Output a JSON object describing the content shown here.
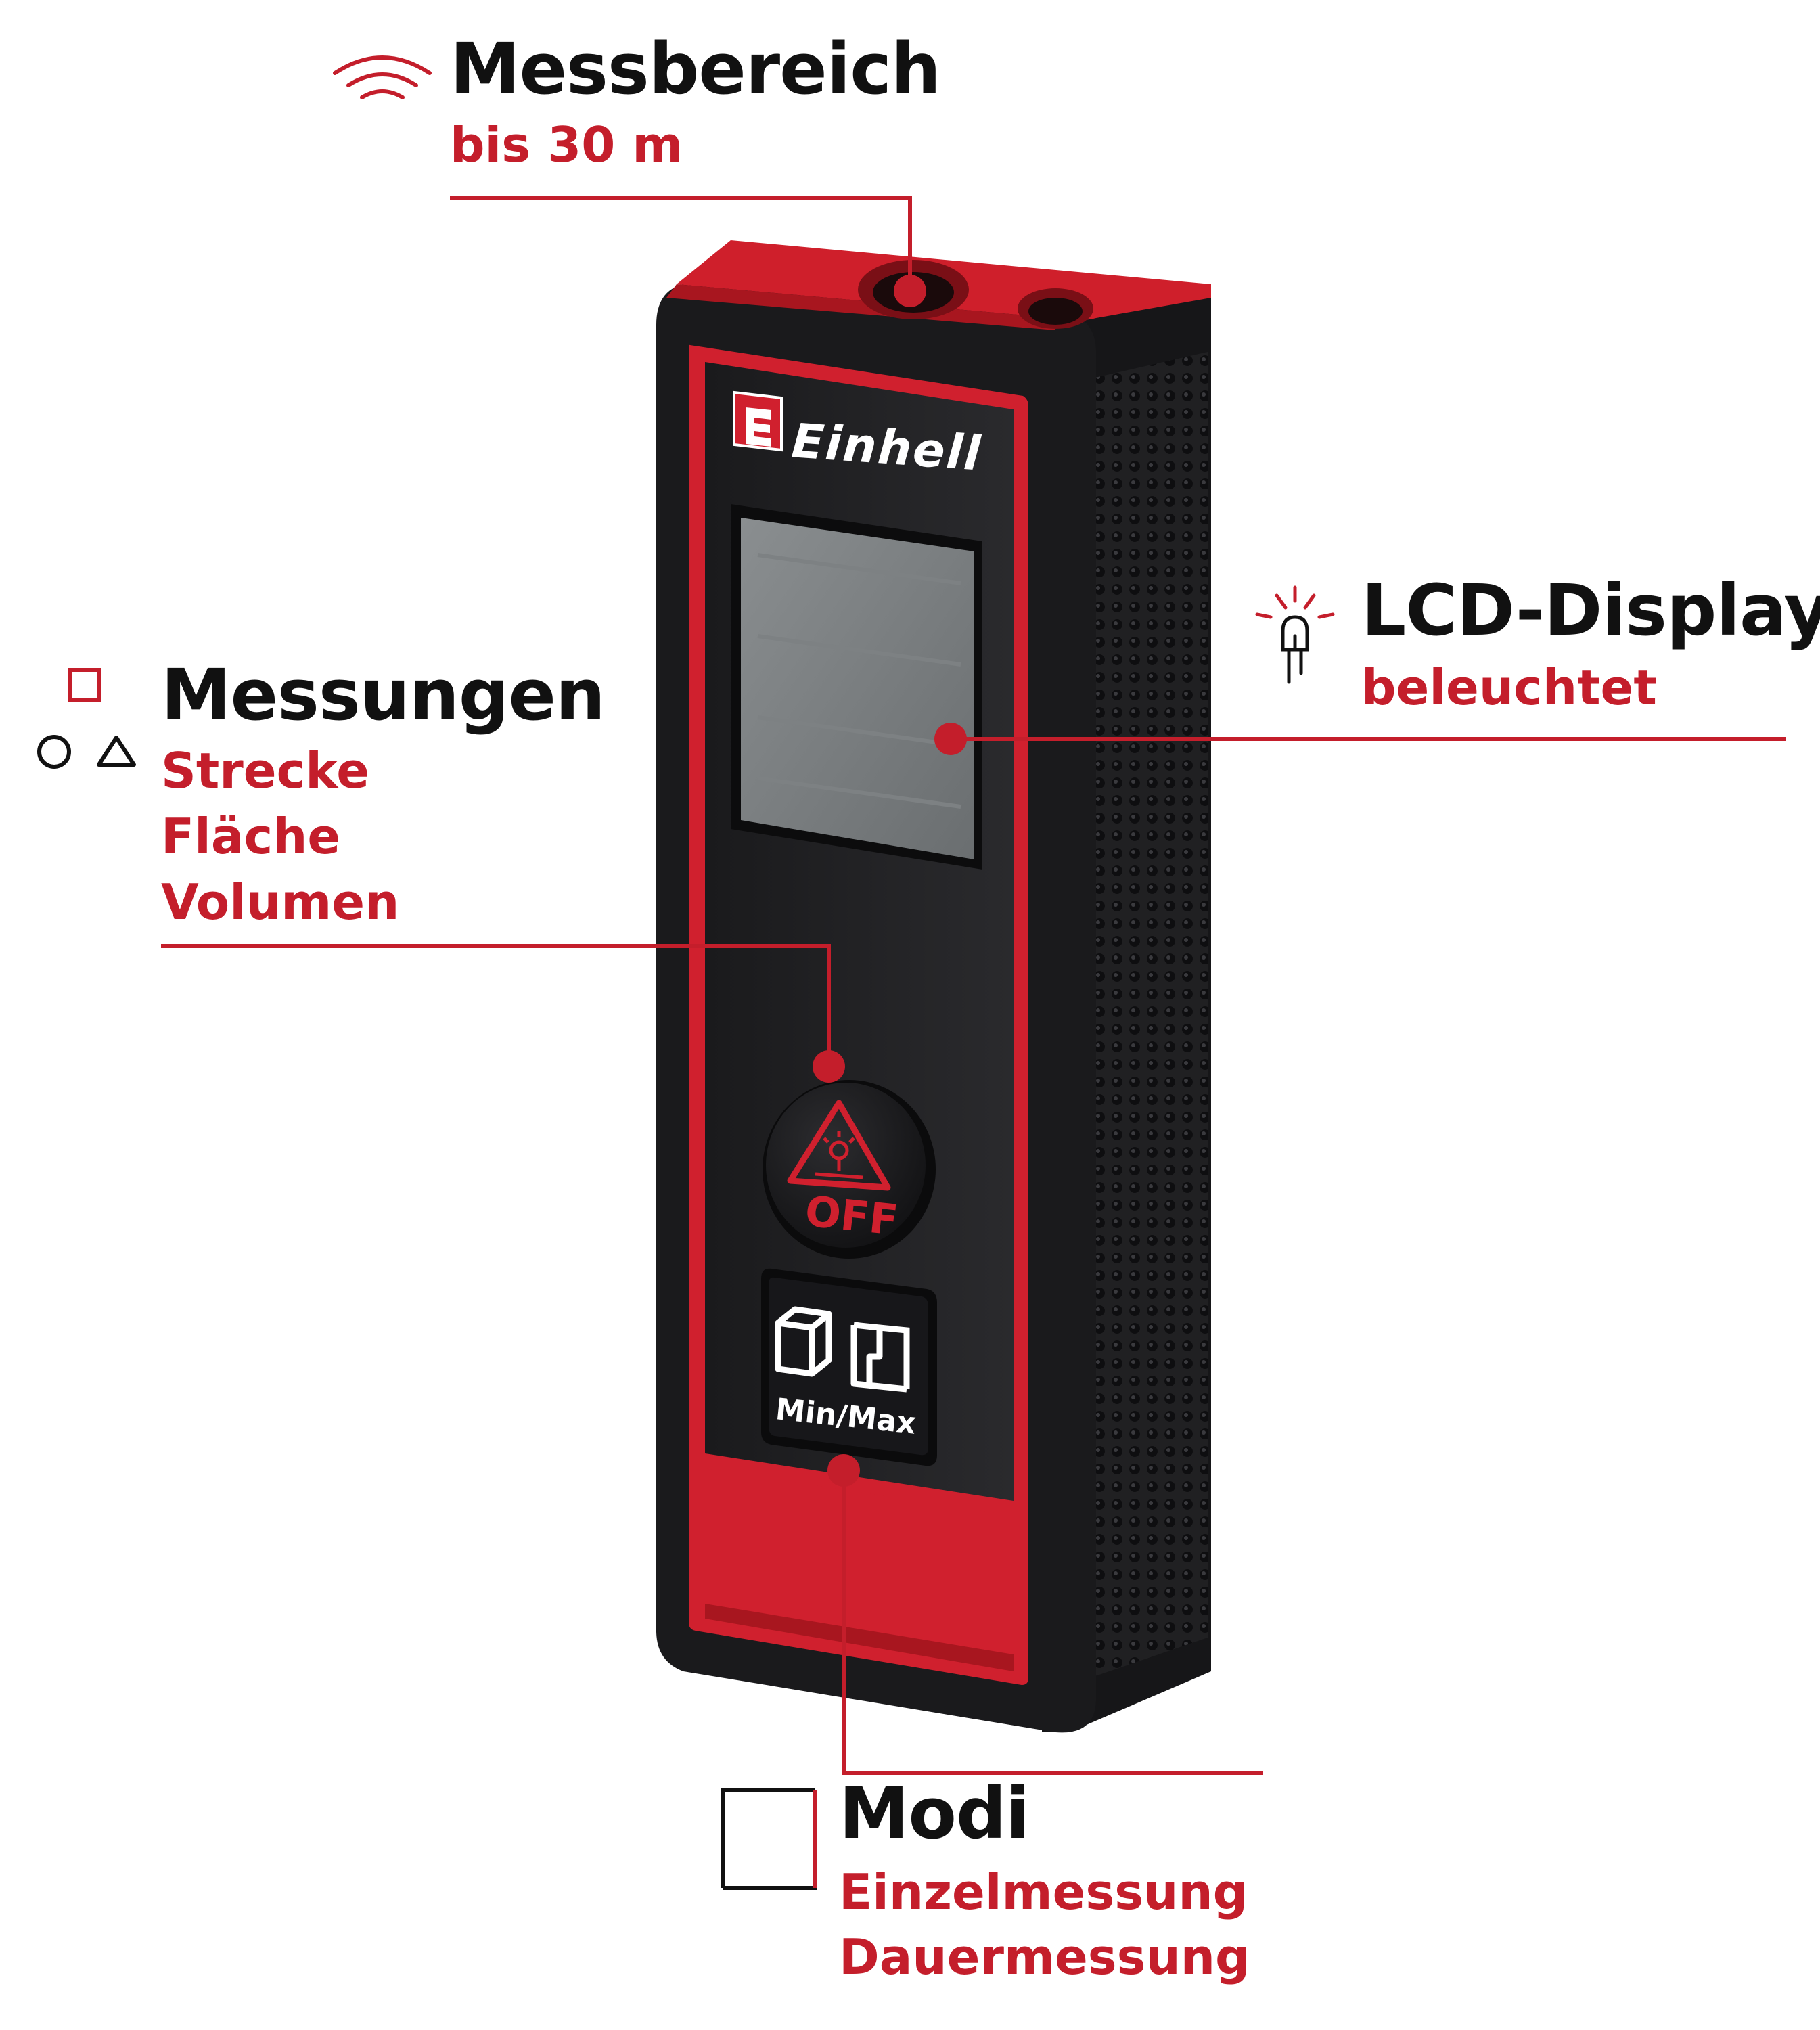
{
  "colors": {
    "accent": "#c41e2b",
    "text": "#111111",
    "device_body": "#1c1c1e",
    "device_red": "#d0202e"
  },
  "device": {
    "brand": "Einhell",
    "off_label": "OFF",
    "minmax_label": "Min/Max"
  },
  "callouts": {
    "messbereich": {
      "title": "Messbereich",
      "subtitle": "bis 30 m",
      "icon": "signal-waves-icon"
    },
    "lcd": {
      "title": "LCD-Display",
      "subtitle": "beleuchtet",
      "icon": "light-bulb-icon"
    },
    "messungen": {
      "title": "Messungen",
      "items": [
        "Strecke",
        "Fläche",
        "Volumen"
      ],
      "icon": "shapes-icon"
    },
    "modi": {
      "title": "Modi",
      "items": [
        "Einzelmessung",
        "Dauermessung"
      ],
      "icon": "square-outline-icon"
    }
  }
}
